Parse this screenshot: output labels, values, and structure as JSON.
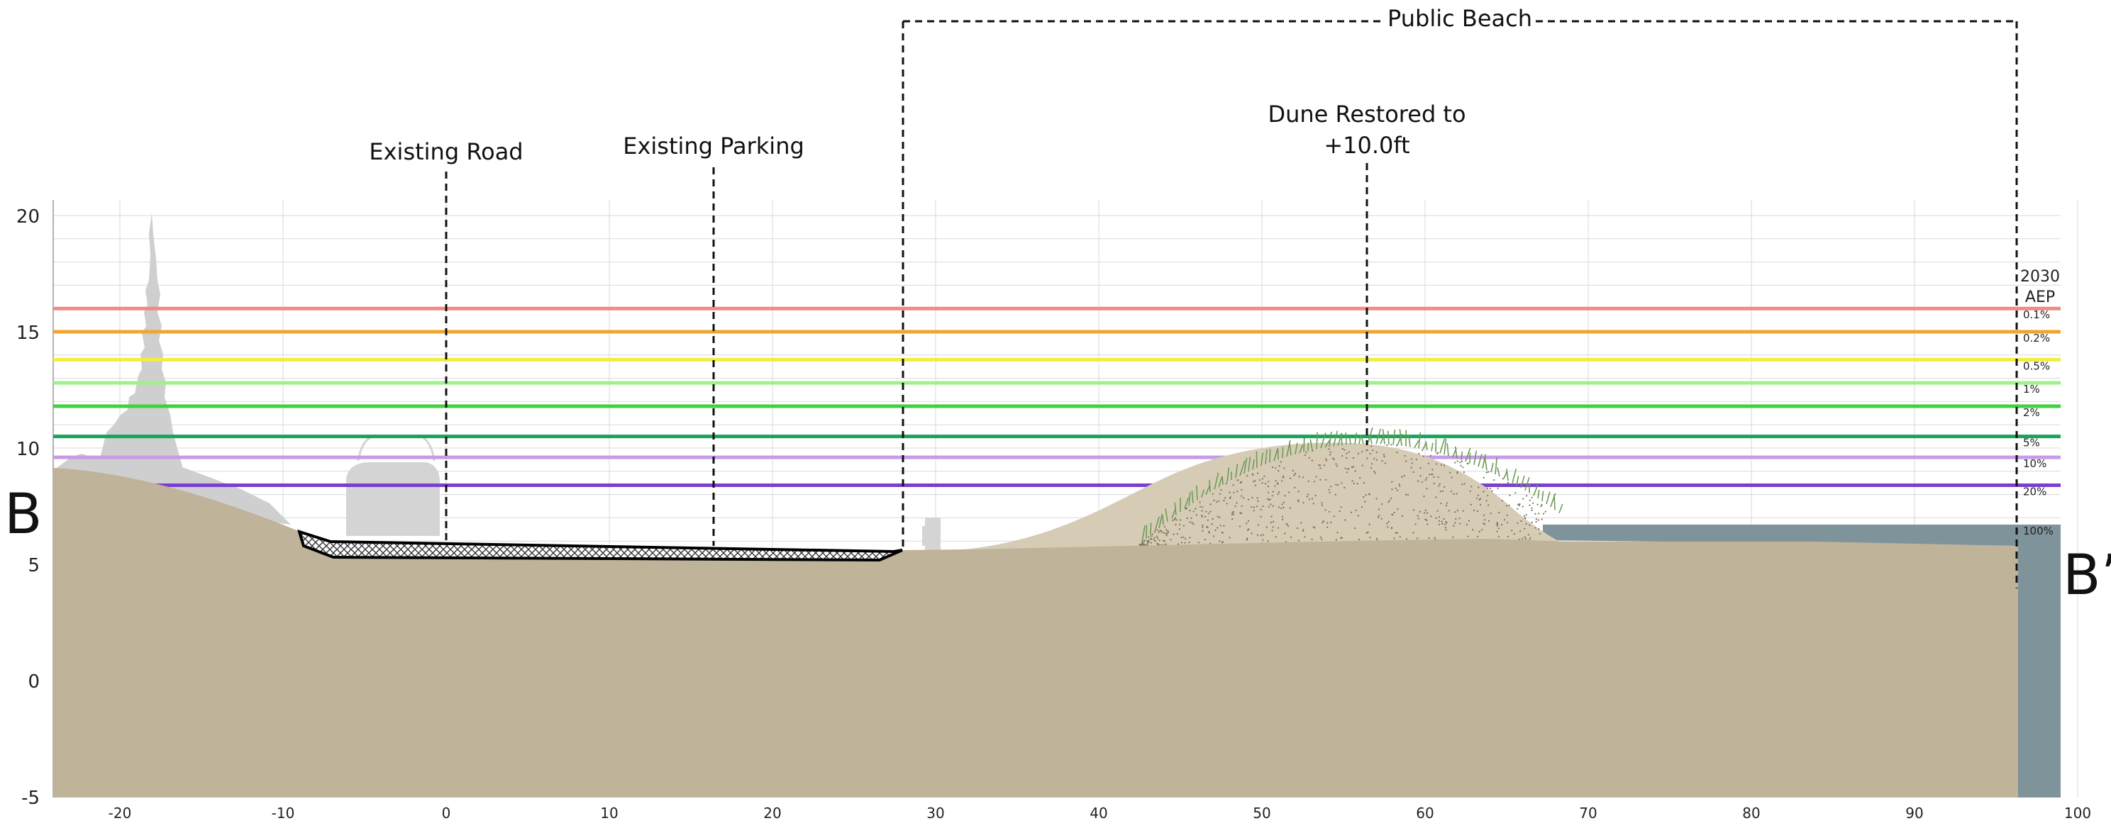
{
  "section": {
    "start_label": "B",
    "end_label": "B’"
  },
  "annotations": {
    "existing_road": "Existing Road",
    "existing_parking": "Existing Parking",
    "dune_line1": "Dune Restored to",
    "dune_line2": "+10.0ft",
    "public_beach": "Public Beach"
  },
  "axes": {
    "x_ticks": [
      "-20",
      "-10",
      "0",
      "10",
      "20",
      "30",
      "40",
      "50",
      "60",
      "70",
      "80",
      "90",
      "100"
    ],
    "y_ticks": [
      "20",
      "15",
      "10",
      "5",
      "0",
      "-5"
    ]
  },
  "legend": {
    "title_line1": "2030",
    "title_line2": "AEP",
    "levels": [
      {
        "label": "0.1%",
        "color": "#f08a84",
        "elevation": 16.0
      },
      {
        "label": "0.2%",
        "color": "#f0a52c",
        "elevation": 15.0
      },
      {
        "label": "0.5%",
        "color": "#f2ee3c",
        "elevation": 13.8
      },
      {
        "label": "1%",
        "color": "#9ef28c",
        "elevation": 12.8
      },
      {
        "label": "2%",
        "color": "#3fd23f",
        "elevation": 11.8
      },
      {
        "label": "5%",
        "color": "#18a35a",
        "elevation": 10.5
      },
      {
        "label": "10%",
        "color": "#c79be8",
        "elevation": 9.6
      },
      {
        "label": "20%",
        "color": "#7a3fd1",
        "elevation": 8.4
      },
      {
        "label": "100%",
        "color": "#7f949a",
        "elevation": 6.7
      }
    ]
  },
  "colors": {
    "ground": "#bfb39a",
    "dune": "#d6ccb6",
    "water": "#7f939a",
    "grid": "#d9d9d9",
    "silhouette": "#cfcfcf"
  }
}
